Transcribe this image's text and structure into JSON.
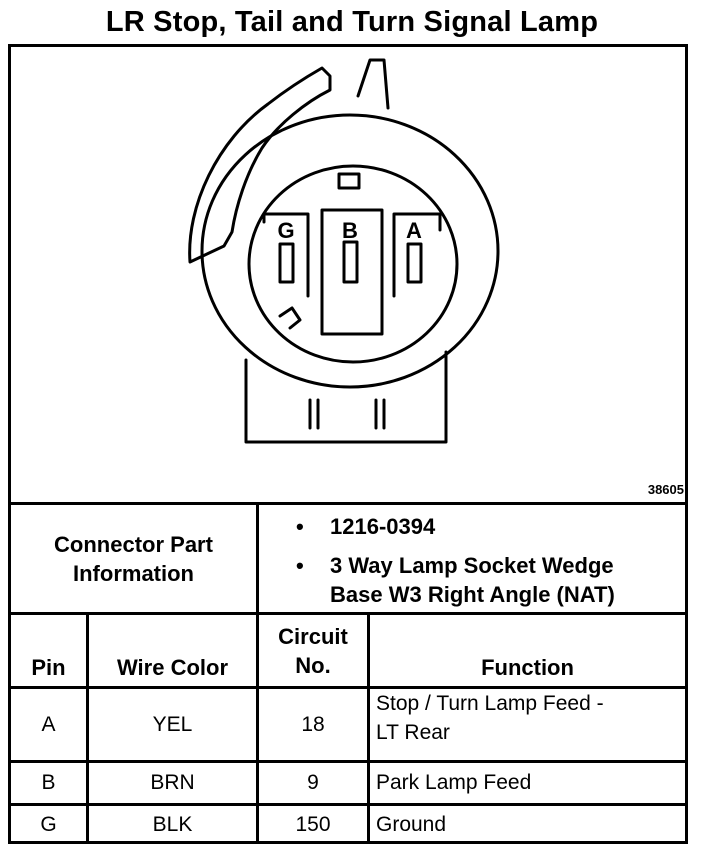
{
  "title": "LR Stop, Tail and Turn Signal Lamp",
  "figure_id": "38605",
  "pin_letters": [
    "G",
    "B",
    "A"
  ],
  "connector_info": {
    "label_line1": "Connector Part",
    "label_line2": "Information",
    "bullets": [
      {
        "lines": [
          "1216-0394"
        ]
      },
      {
        "lines": [
          "3 Way Lamp Socket Wedge",
          "Base W3 Right Angle (NAT)"
        ]
      }
    ]
  },
  "table": {
    "headers": {
      "pin": "Pin",
      "wire_color": "Wire Color",
      "circuit_line1": "Circuit",
      "circuit_line2": "No.",
      "function": "Function"
    },
    "rows": [
      {
        "pin": "A",
        "wire_color": "YEL",
        "circuit": "18",
        "function_line1": "Stop / Turn Lamp Feed -",
        "function_line2": "LT Rear"
      },
      {
        "pin": "B",
        "wire_color": "BRN",
        "circuit": "9",
        "function_line1": "Park Lamp Feed",
        "function_line2": ""
      },
      {
        "pin": "G",
        "wire_color": "BLK",
        "circuit": "150",
        "function_line1": "Ground",
        "function_line2": ""
      }
    ]
  }
}
